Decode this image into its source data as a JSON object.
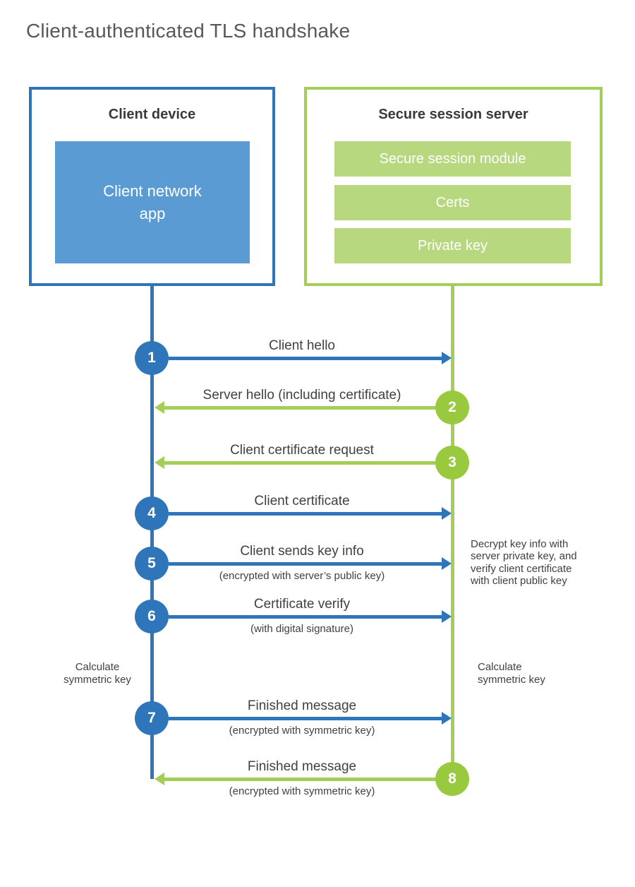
{
  "title": "Client-authenticated TLS handshake",
  "colors": {
    "blue": "#2e75b9",
    "blue_fill": "#5b9bd3",
    "green": "#a5ce58",
    "green_circle": "#99c93e",
    "green_fill": "#b7d87e"
  },
  "client_box": {
    "title": "Client device",
    "app_label": "Client network\napp"
  },
  "server_box": {
    "title": "Secure session server",
    "modules": [
      "Secure session module",
      "Certs",
      "Private key"
    ]
  },
  "steps": [
    {
      "number": "1",
      "from": "client",
      "to": "server",
      "label": "Client hello",
      "sublabel": ""
    },
    {
      "number": "2",
      "from": "server",
      "to": "client",
      "label": "Server hello (including certificate)",
      "sublabel": ""
    },
    {
      "number": "3",
      "from": "server",
      "to": "client",
      "label": "Client certificate request",
      "sublabel": ""
    },
    {
      "number": "4",
      "from": "client",
      "to": "server",
      "label": "Client certificate",
      "sublabel": ""
    },
    {
      "number": "5",
      "from": "client",
      "to": "server",
      "label": "Client sends key info",
      "sublabel": "(encrypted with server’s public key)"
    },
    {
      "number": "6",
      "from": "client",
      "to": "server",
      "label": "Certificate verify",
      "sublabel": "(with digital signature)"
    },
    {
      "number": "7",
      "from": "client",
      "to": "server",
      "label": "Finished message",
      "sublabel": "(encrypted with symmetric key)"
    },
    {
      "number": "8",
      "from": "server",
      "to": "client",
      "label": "Finished message",
      "sublabel": "(encrypted with symmetric key)"
    }
  ],
  "annotations": {
    "decrypt_note": "Decrypt key info with\nserver private key, and\nverify client certificate\nwith client public key",
    "calc_left": "Calculate\nsymmetric key",
    "calc_right": "Calculate\nsymmetric key"
  }
}
